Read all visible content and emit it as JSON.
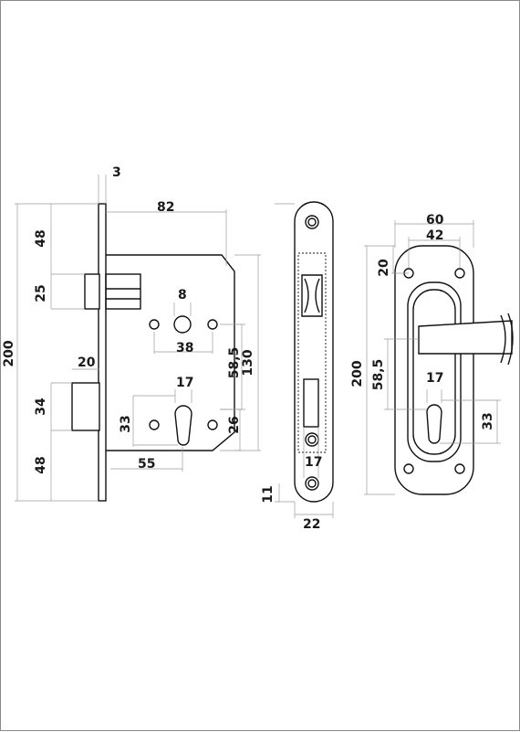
{
  "dimensions": {
    "lock_body": {
      "faceplate_thickness": "3",
      "backset_width": "82",
      "top_to_latch": "48",
      "latch_height": "25",
      "total_height": "200",
      "bolt_projection": "20",
      "bolt_height": "34",
      "bottom_to_bolt": "48",
      "spindle_square": "8",
      "spindle_to_edge": "38",
      "cylinder_width": "17",
      "cylinder_height": "33",
      "backset": "55",
      "center_distance": "58,5",
      "body_height": "130",
      "cylinder_to_bottom": "26"
    },
    "faceplate": {
      "bottom_offset": "11",
      "width": "22",
      "bolt_width": "17"
    },
    "escutcheon": {
      "outer_width": "60",
      "inner_width": "42",
      "top_offset": "20",
      "height": "200",
      "center_distance": "58,5",
      "cylinder_width": "17",
      "cylinder_height": "33"
    }
  }
}
